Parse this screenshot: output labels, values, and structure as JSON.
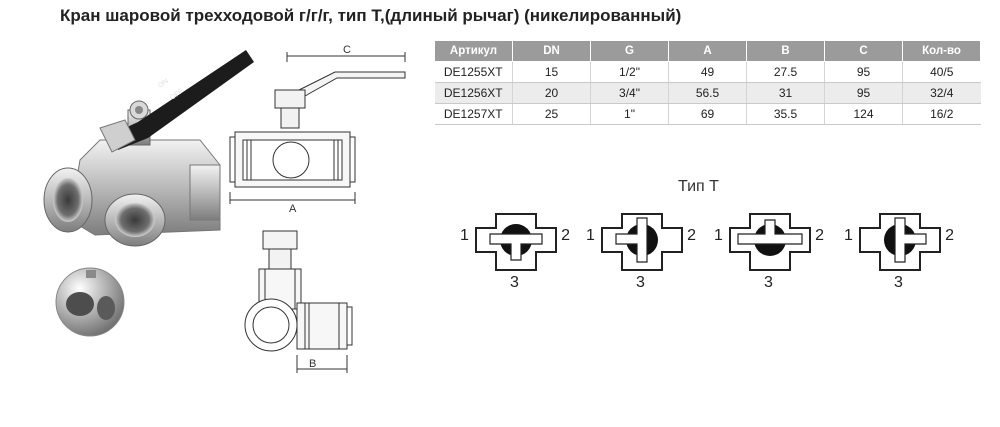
{
  "title": "Кран шаровой трехходовой  г/г/г, тип Т,(длиный рычаг) (никелированный)",
  "handle_text": {
    "on": "ON",
    "off": "OFF"
  },
  "drawing_labels": {
    "a": "A",
    "b": "B",
    "c": "C"
  },
  "table": {
    "headers": [
      "Артикул",
      "DN",
      "G",
      "A",
      "B",
      "C",
      "Кол-во"
    ],
    "rows": [
      [
        "DE1255XT",
        "15",
        "1/2\"",
        "49",
        "27.5",
        "95",
        "40/5"
      ],
      [
        "DE1256XT",
        "20",
        "3/4\"",
        "56.5",
        "31",
        "95",
        "32/4"
      ],
      [
        "DE1257XT",
        "25",
        "1\"",
        "69",
        "35.5",
        "124",
        "16/2"
      ]
    ]
  },
  "type_label": "Тип Т",
  "port_labels": {
    "left": "1",
    "right": "2",
    "bottom": "3"
  },
  "diagrams": [
    {
      "name": "position-1"
    },
    {
      "name": "position-2"
    },
    {
      "name": "position-3"
    },
    {
      "name": "position-4"
    }
  ],
  "colors": {
    "header_bg": "#9b9b9b",
    "row_alt": "#ececec",
    "handle": "#1a1a1a",
    "metal": "#c8c8c8"
  }
}
